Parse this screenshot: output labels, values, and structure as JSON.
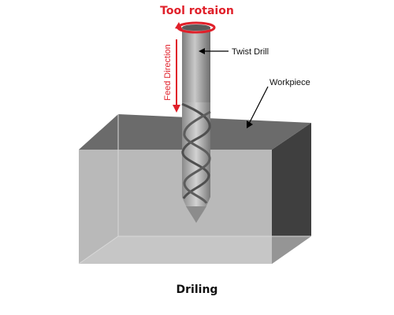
{
  "labels": {
    "tool_rotation": "Tool rotaion",
    "feed_direction": "Feed Direction",
    "twist_drill": "Twist Drill",
    "workpiece": "Workpiece",
    "caption": "Driling"
  },
  "colors": {
    "accent_red": "#e0202a",
    "block_top": "#6a6a6a",
    "block_front": "#b4b4b4",
    "block_side": "#4a4a4a",
    "drill_body": "#9a9a9a"
  }
}
